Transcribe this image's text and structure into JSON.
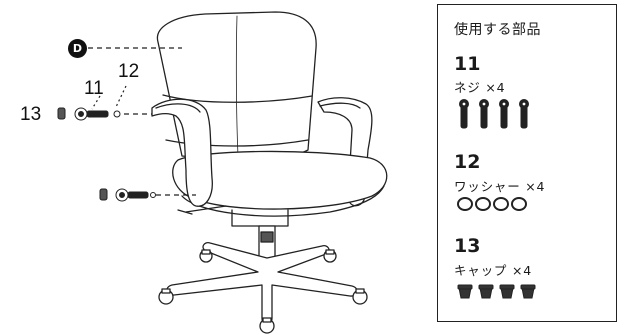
{
  "step": {
    "badge": "D"
  },
  "callouts": {
    "screw": "11",
    "washer": "12",
    "cap": "13"
  },
  "parts_panel": {
    "title": "使用する部品",
    "parts": [
      {
        "number": "11",
        "name": "ネジ ×4",
        "icon": "screw-icon",
        "count": 4
      },
      {
        "number": "12",
        "name": "ワッシャー ×4",
        "icon": "washer-icon",
        "count": 4
      },
      {
        "number": "13",
        "name": "キャップ ×4",
        "icon": "cap-icon",
        "count": 4
      }
    ]
  }
}
